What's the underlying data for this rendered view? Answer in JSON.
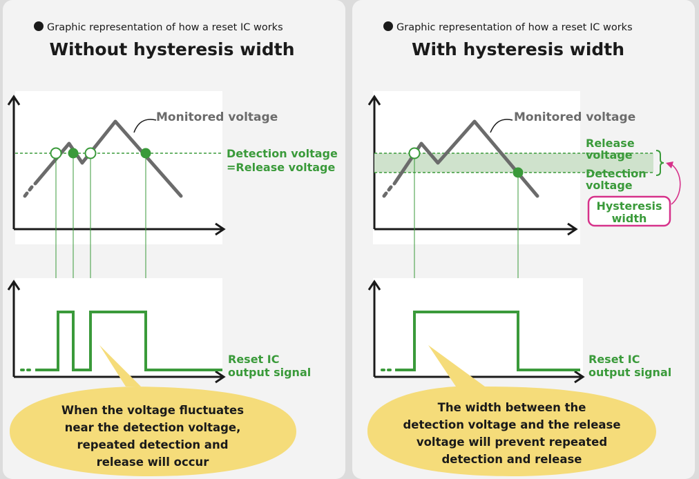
{
  "left": {
    "caption": "Graphic representation of how a reset IC works",
    "title": "Without hysteresis width",
    "monitored_label": "Monitored voltage",
    "threshold_label_1": "Detection voltage",
    "threshold_label_2": "=Release voltage",
    "output_label_1": "Reset IC",
    "output_label_2": "output signal",
    "callout_lines": [
      "When the voltage fluctuates",
      "near the detection voltage,",
      "repeated detection and",
      "release will occur"
    ]
  },
  "right": {
    "caption": "Graphic representation of how a reset IC works",
    "title": "With hysteresis width",
    "monitored_label": "Monitored voltage",
    "release_label_1": "Release",
    "release_label_2": "voltage",
    "detection_label_1": "Detection",
    "detection_label_2": "voltage",
    "hysteresis_label_1": "Hysteresis",
    "hysteresis_label_2": "width",
    "output_label_1": "Reset IC",
    "output_label_2": "output signal",
    "callout_lines": [
      "The width between the",
      "detection voltage and the release",
      "voltage will prevent repeated",
      "detection and release"
    ]
  },
  "colors": {
    "green": "#3a9a3a",
    "gray_line": "#6b6b6b",
    "band": "#cfe2cc",
    "callout": "#f5dc7a",
    "magenta": "#d6318a",
    "axis": "#1a1a1a",
    "title": "#1a1a1a"
  }
}
